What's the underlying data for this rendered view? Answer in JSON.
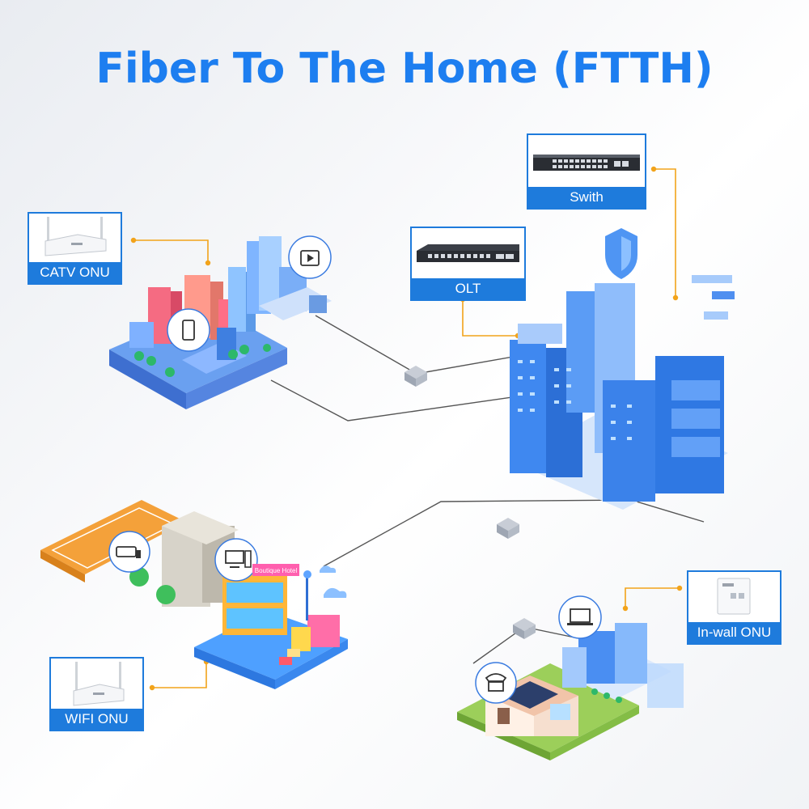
{
  "title": "Fiber To The Home  (FTTH)",
  "devices": {
    "switch": "Swith",
    "olt": "OLT",
    "catv_onu": "CATV ONU",
    "wifi_onu": "WIFI ONU",
    "inwall_onu": "In-wall ONU"
  },
  "building_signs": {
    "hotel": "Boutique Hotel"
  },
  "colors": {
    "accent": "#1e7bdc",
    "title": "#1d7ef0",
    "connector": "#f2a31a",
    "fiber": "#555555"
  }
}
